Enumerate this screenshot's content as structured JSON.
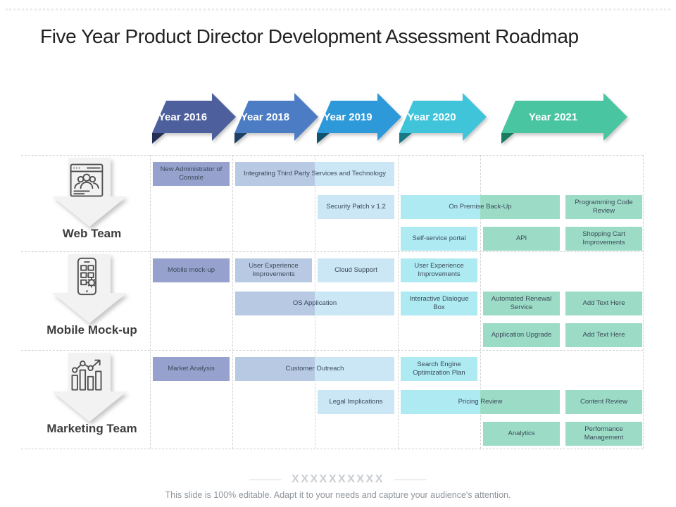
{
  "slide": {
    "title": "Five Year Product Director Development Assessment Roadmap"
  },
  "timeline": {
    "years": [
      {
        "label": "Year 2016",
        "fill": "#4d5f9d",
        "fold": "#232f57"
      },
      {
        "label": "Year 2018",
        "fill": "#4c7dc4",
        "fold": "#1e3f66"
      },
      {
        "label": "Year 2019",
        "fill": "#2e99d9",
        "fold": "#125270"
      },
      {
        "label": "Year 2020",
        "fill": "#3fc4da",
        "fold": "#187884"
      },
      {
        "label": "Year 2021",
        "fill": "#49c6a1",
        "fold": "#187a5e"
      }
    ]
  },
  "palette": {
    "y2016": "#96a2cd",
    "y2018": "#b7c9e3",
    "y2019": "#cbe6f5",
    "y2020": "#aeeaf2",
    "y2021": "#9cdcc6"
  },
  "rows": [
    {
      "team": "Web Team",
      "icon": "web-browser-team-icon",
      "tasks": [
        {
          "label": "New Administrator of Console",
          "col": 0,
          "span": 1,
          "sub": 0,
          "colors": [
            "y2016"
          ]
        },
        {
          "label": "Integrating Third Party Services and Technology",
          "col": 1,
          "span": 2,
          "sub": 0,
          "colors": [
            "y2018",
            "y2019"
          ]
        },
        {
          "label": "Security Patch v 1.2",
          "col": 2,
          "span": 1,
          "sub": 1,
          "colors": [
            "y2019"
          ]
        },
        {
          "label": "On Premise Back-Up",
          "col": 3,
          "span": 2,
          "sub": 1,
          "colors": [
            "y2020",
            "y2021"
          ]
        },
        {
          "label": "Programming Code Review",
          "col": 5,
          "span": 1,
          "sub": 1,
          "colors": [
            "y2021"
          ]
        },
        {
          "label": "Self-service portal",
          "col": 3,
          "span": 1,
          "sub": 2,
          "colors": [
            "y2020"
          ]
        },
        {
          "label": "API",
          "col": 4,
          "span": 1,
          "sub": 2,
          "colors": [
            "y2021"
          ]
        },
        {
          "label": "Shopping Cart Improvements",
          "col": 5,
          "span": 1,
          "sub": 2,
          "colors": [
            "y2021"
          ]
        }
      ]
    },
    {
      "team": "Mobile Mock-up",
      "icon": "mobile-phone-gear-icon",
      "tasks": [
        {
          "label": "Mobile mock-up",
          "col": 0,
          "span": 1,
          "sub": 0,
          "colors": [
            "y2016"
          ]
        },
        {
          "label": "User Experience Improvements",
          "col": 1,
          "span": 1,
          "sub": 0,
          "colors": [
            "y2018"
          ]
        },
        {
          "label": "Cloud Support",
          "col": 2,
          "span": 1,
          "sub": 0,
          "colors": [
            "y2019"
          ]
        },
        {
          "label": "User Experience Improvements",
          "col": 3,
          "span": 1,
          "sub": 0,
          "colors": [
            "y2020"
          ]
        },
        {
          "label": "OS Application",
          "col": 1,
          "span": 2,
          "sub": 1,
          "colors": [
            "y2018",
            "y2019"
          ]
        },
        {
          "label": "Interactive Dialogue Box",
          "col": 3,
          "span": 1,
          "sub": 1,
          "colors": [
            "y2020"
          ]
        },
        {
          "label": "Automated Renewal Service",
          "col": 4,
          "span": 1,
          "sub": 1,
          "colors": [
            "y2021"
          ]
        },
        {
          "label": "Add Text Here",
          "col": 5,
          "span": 1,
          "sub": 1,
          "colors": [
            "y2021"
          ]
        },
        {
          "label": "Application Upgrade",
          "col": 4,
          "span": 1,
          "sub": 2,
          "colors": [
            "y2021"
          ]
        },
        {
          "label": "Add Text Here",
          "col": 5,
          "span": 1,
          "sub": 2,
          "colors": [
            "y2021"
          ]
        }
      ]
    },
    {
      "team": "Marketing Team",
      "icon": "bar-chart-trend-icon",
      "tasks": [
        {
          "label": "Market Analysis",
          "col": 0,
          "span": 1,
          "sub": 0,
          "colors": [
            "y2016"
          ]
        },
        {
          "label": "Customer Outreach",
          "col": 1,
          "span": 2,
          "sub": 0,
          "colors": [
            "y2018",
            "y2019"
          ]
        },
        {
          "label": "Search Engine Optimization Plan",
          "col": 3,
          "span": 1,
          "sub": 0,
          "colors": [
            "y2020"
          ]
        },
        {
          "label": "Legal Implications",
          "col": 2,
          "span": 1,
          "sub": 1,
          "colors": [
            "y2019"
          ]
        },
        {
          "label": "Pricing Review",
          "col": 3,
          "span": 2,
          "sub": 1,
          "colors": [
            "y2020",
            "y2021"
          ]
        },
        {
          "label": "Content Review",
          "col": 5,
          "span": 1,
          "sub": 1,
          "colors": [
            "y2021"
          ]
        },
        {
          "label": "Analytics",
          "col": 4,
          "span": 1,
          "sub": 2,
          "colors": [
            "y2021"
          ]
        },
        {
          "label": "Performance Management",
          "col": 5,
          "span": 1,
          "sub": 2,
          "colors": [
            "y2021"
          ]
        }
      ]
    }
  ],
  "footer": {
    "brand_placeholder": "XXXXXXXXXX",
    "note": "This slide is 100% editable. Adapt it to your needs and capture your audience's attention."
  }
}
